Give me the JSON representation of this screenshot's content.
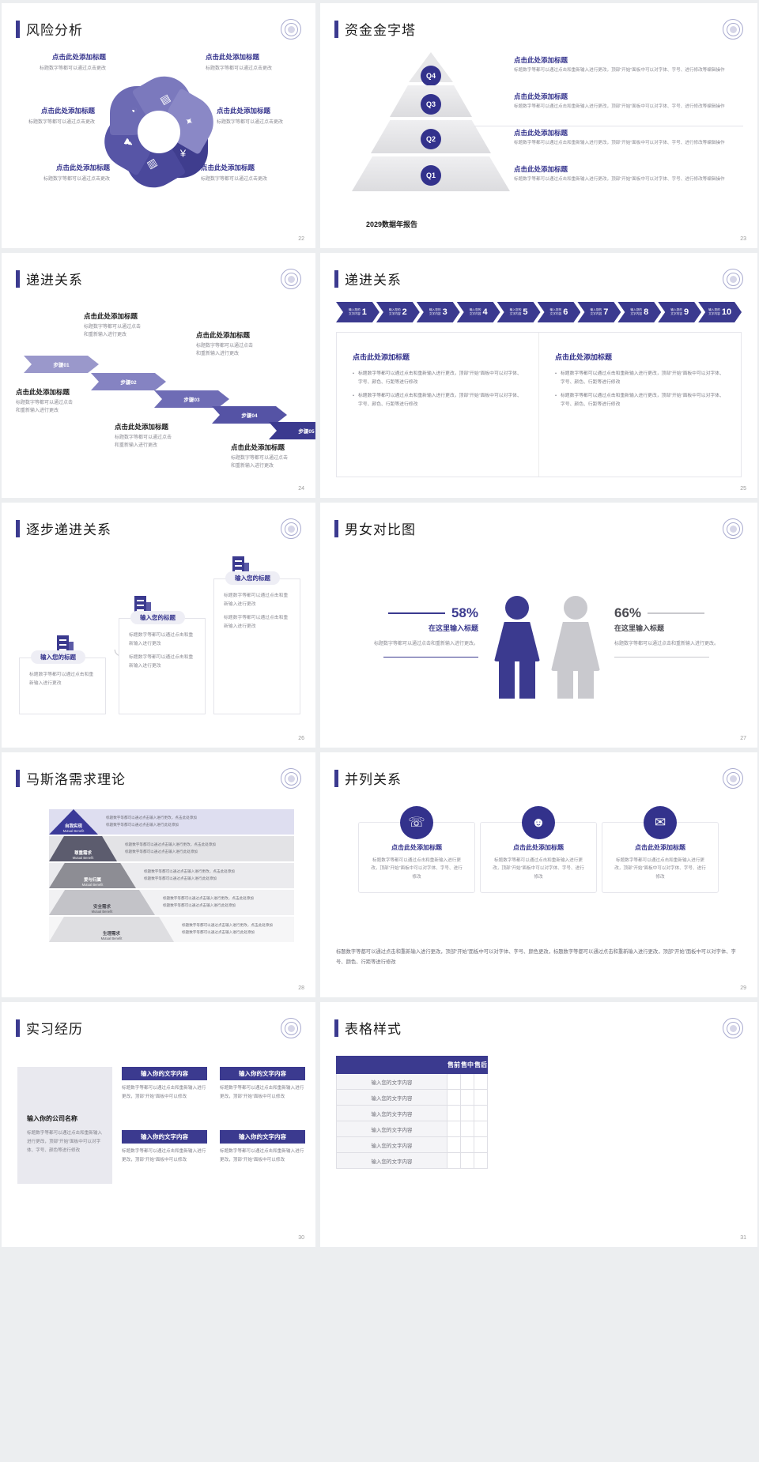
{
  "common": {
    "heading_placeholder": "点击此处添加标题",
    "body_placeholder": "标题数字等都可以通过点击更改",
    "body_long": "标题数字等都可以通过点击和重新输入进行更改，顶部“开始”面板中可以对字体、字号、进行修改等编辑操作",
    "body_two_line_a": "标题数字等都可以通过点击",
    "body_two_line_b": "和重新输入进行更改"
  },
  "slides": [
    {
      "number": "22",
      "title": "风险分析",
      "labels": [
        {
          "title": "点击此处添加标题",
          "desc": "标题数字等都可以通过点击更改"
        },
        {
          "title": "点击此处添加标题",
          "desc": "标题数字等都可以通过点击更改"
        },
        {
          "title": "点击此处添加标题",
          "desc": "标题数字等都可以通过点击更改"
        },
        {
          "title": "点击此处添加标题",
          "desc": "标题数字等都可以通过点击更改"
        },
        {
          "title": "点击此处添加标题",
          "desc": "标题数字等都可以通过点击更改"
        },
        {
          "title": "点击此处添加标题",
          "desc": "标题数字等都可以通过点击更改"
        }
      ],
      "icons": [
        "money-bag-icon",
        "database-icon",
        "users-icon",
        "pie-chart-icon",
        "building-icon",
        "handshake-icon"
      ]
    },
    {
      "number": "23",
      "title": "资金金字塔",
      "levels": [
        "Q4",
        "Q3",
        "Q2",
        "Q1"
      ],
      "caption": "2029数据年报告",
      "blocks": [
        {
          "title": "点击此处添加标题",
          "desc": "标题数字等都可以通过点击和重新输入进行更改，顶部“开始”面板中可以对字体、字号、进行修改等编辑操作"
        },
        {
          "title": "点击此处添加标题",
          "desc": "标题数字等都可以通过点击和重新输入进行更改，顶部“开始”面板中可以对字体、字号、进行修改等编辑操作"
        },
        {
          "title": "点击此处添加标题",
          "desc": "标题数字等都可以通过点击和重新输入进行更改，顶部“开始”面板中可以对字体、字号、进行修改等编辑操作"
        },
        {
          "title": "点击此处添加标题",
          "desc": "标题数字等都可以通过点击和重新输入进行更改，顶部“开始”面板中可以对字体、字号、进行修改等编辑操作"
        }
      ]
    },
    {
      "number": "24",
      "title": "递进关系",
      "steps": [
        "步骤01",
        "步骤02",
        "步骤03",
        "步骤04",
        "步骤05"
      ],
      "labels": [
        {
          "title": "点击此处添加标题",
          "l1": "标题数字等都可以通过点击",
          "l2": "和重新输入进行更改"
        },
        {
          "title": "点击此处添加标题",
          "l1": "标题数字等都可以通过点击",
          "l2": "和重新输入进行更改"
        },
        {
          "title": "点击此处添加标题",
          "l1": "标题数字等都可以通过点击",
          "l2": "和重新输入进行更改"
        },
        {
          "title": "点击此处添加标题",
          "l1": "标题数字等都可以通过点击",
          "l2": "和重新输入进行更改"
        },
        {
          "title": "点击此处添加标题",
          "l1": "标题数字等都可以通过点击",
          "l2": "和重新输入进行更改"
        }
      ]
    },
    {
      "number": "25",
      "title": "递进关系",
      "chevron_label_a": "输入您的",
      "chevron_label_b": "文字内容",
      "chevron_numbers": [
        "1",
        "2",
        "3",
        "4",
        "5",
        "6",
        "7",
        "8",
        "9",
        "10"
      ],
      "columns": [
        {
          "title": "点击此处添加标题",
          "items": [
            "标题数字等都可以通过点击和重新输入进行更改，顶部“开始”面板中可以对字体、字号、颜色、行距等进行修改",
            "标题数字等都可以通过点击和重新输入进行更改，顶部“开始”面板中可以对字体、字号、颜色、行距等进行修改"
          ]
        },
        {
          "title": "点击此处添加标题",
          "items": [
            "标题数字等都可以通过点击和重新输入进行更改，顶部“开始”面板中可以对字体、字号、颜色、行距等进行修改",
            "标题数字等都可以通过点击和重新输入进行更改，顶部“开始”面板中可以对字体、字号、颜色、行距等进行修改"
          ]
        }
      ]
    },
    {
      "number": "26",
      "title": "逐步递进关系",
      "cards": [
        {
          "cap": "输入您的标题",
          "p1": "标题数字等都可以通过点击和重新输入进行更改",
          "p2": ""
        },
        {
          "cap": "输入您的标题",
          "p1": "标题数字等都可以通过点击和重新输入进行更改",
          "p2": "标题数字等都可以通过点击和重新输入进行更改"
        },
        {
          "cap": "输入您的标题",
          "p1": "标题数字等都可以通过点击和重新输入进行更改",
          "p2": "标题数字等都可以通过点击和重新输入进行更改"
        }
      ]
    },
    {
      "number": "27",
      "title": "男女对比图",
      "male": {
        "pct": "58%",
        "label": "在这里输入标题",
        "desc": "标题数字等都可以通过点击和重新输入进行更改。",
        "color": "#3b3a8f"
      },
      "female": {
        "pct": "66%",
        "label": "在这里输入标题",
        "desc": "标题数字等都可以通过点击和重新输入进行更改。",
        "color": "#c9c9ce"
      }
    },
    {
      "number": "28",
      "title": "马斯洛需求理论",
      "levels": [
        {
          "cn": "自我实现",
          "en": "Mutual Benefit",
          "color": "#3b3a99",
          "bg": "#dedef0",
          "lines": [
            "标题数字等都可以通过点击输入进行更改，点击此处添加",
            "标题数字等都可以通过点击输入进行此处添加"
          ]
        },
        {
          "cn": "尊重需求",
          "en": "Mutual Benefit",
          "color": "#5c5c6e",
          "bg": "#e3e3e6",
          "lines": [
            "标题数字等都可以通过点击输入进行更改，点击此处添加",
            "标题数字等都可以通过点击输入进行此处添加"
          ]
        },
        {
          "cn": "爱与归属",
          "en": "Mutual Benefit",
          "color": "#8d8d94",
          "bg": "#ebebee",
          "lines": [
            "标题数字等都可以通过点击输入进行更改，点击此处添加",
            "标题数字等都可以通过点击输入进行此处添加"
          ]
        },
        {
          "cn": "安全需求",
          "en": "Mutual Benefit",
          "color": "#c3c3c8",
          "bg": "#f1f1f3",
          "lines": [
            "标题数字等都可以通过点击输入进行更改，点击此处添加",
            "标题数字等都可以通过点击输入进行此处添加"
          ]
        },
        {
          "cn": "生理需求",
          "en": "Mutual Benefit",
          "color": "#dedee1",
          "bg": "#f6f6f7",
          "lines": [
            "标题数字等都可以通过点击输入进行更改，点击此处添加",
            "标题数字等都可以通过点击输入进行此处添加"
          ]
        }
      ]
    },
    {
      "number": "29",
      "title": "并列关系",
      "cards": [
        {
          "icon": "headset-user-icon",
          "title": "点击此处添加标题",
          "desc": "标题数字等都可以通过点击和重新输入进行更改，顶部“开始”面板中可以对字体、字号、进行修改"
        },
        {
          "icon": "user-tie-icon",
          "title": "点击此处添加标题",
          "desc": "标题数字等都可以通过点击和重新输入进行更改，顶部“开始”面板中可以对字体、字号、进行修改"
        },
        {
          "icon": "user-chat-icon",
          "title": "点击此处添加标题",
          "desc": "标题数字等都可以通过点击和重新输入进行更改，顶部“开始”面板中可以对字体、字号、进行修改"
        }
      ],
      "footer": "标题数字等都可以通过点击和重新输入进行更改，顶部“开始”面板中可以对字体、字号、颜色更改，标题数字等都可以通过点击和重新输入进行更改，顶部“开始”面板中可以对字体、字号、颜色、行距等进行修改"
    },
    {
      "number": "30",
      "title": "实习经历",
      "company_title": "输入你的公司名称",
      "company_desc": "标题数字等都可以通过点击和重新输入进行更改，顶部“开始”面板中可以对字体、字号、颜色等进行修改",
      "bars": [
        "输入你的文字内容",
        "输入你的文字内容",
        "输入你的文字内容",
        "输入你的文字内容"
      ],
      "texts": [
        "标题数字等都可以通过点击和重新输入进行更改，顶部“开始”面板中可以修改",
        "标题数字等都可以通过点击和重新输入进行更改，顶部“开始”面板中可以修改",
        "标题数字等都可以通过点击和重新输入进行更改，顶部“开始”面板中可以修改",
        "标题数字等都可以通过点击和重新输入进行更改，顶部“开始”面板中可以修改"
      ]
    },
    {
      "number": "31",
      "title": "表格样式",
      "table": {
        "headers": [
          "",
          "售前",
          "售中",
          "售后"
        ],
        "rows": [
          [
            "输入您的文字内容",
            "",
            "",
            ""
          ],
          [
            "输入您的文字内容",
            "",
            "",
            ""
          ],
          [
            "输入您的文字内容",
            "",
            "",
            ""
          ],
          [
            "输入您的文字内容",
            "",
            "",
            ""
          ],
          [
            "输入您的文字内容",
            "",
            "",
            ""
          ],
          [
            "输入您的文字内容",
            "",
            "",
            ""
          ]
        ]
      }
    }
  ]
}
